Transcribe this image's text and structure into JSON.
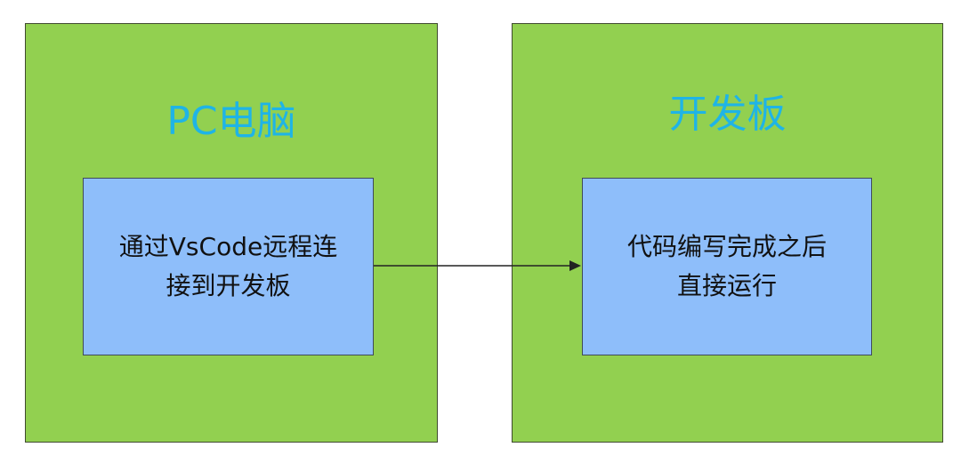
{
  "pc": {
    "title": "PC电脑",
    "inner_line1": "通过VsCode远程连",
    "inner_line2": "接到开发板"
  },
  "board": {
    "title": "开发板",
    "inner_line1": "代码编写完成之后",
    "inner_line2": "直接运行"
  },
  "colors": {
    "outer_fill": "#92d050",
    "inner_fill": "#8ebefa",
    "title_text": "#1fb4e6",
    "arrow": "#222222"
  }
}
